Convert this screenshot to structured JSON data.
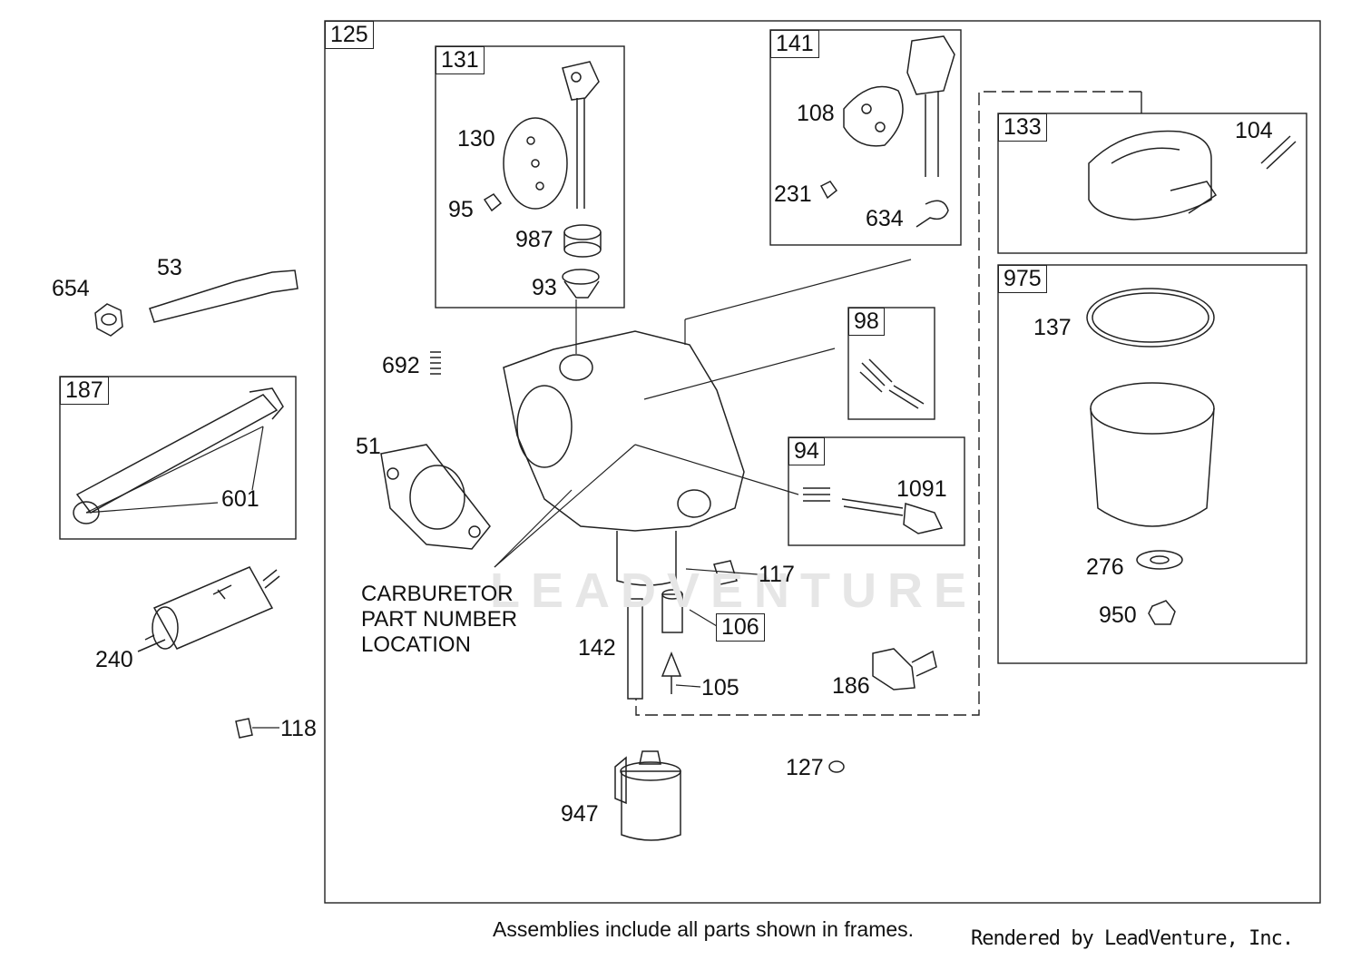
{
  "frames": {
    "f125": "125",
    "f131": "131",
    "f141": "141",
    "f133": "133",
    "f975": "975",
    "f98": "98",
    "f94": "94",
    "f187": "187",
    "f106": "106"
  },
  "parts": {
    "p130": "130",
    "p95": "95",
    "p987": "987",
    "p93": "93",
    "p108": "108",
    "p231": "231",
    "p634": "634",
    "p104": "104",
    "p137": "137",
    "p276": "276",
    "p950": "950",
    "p654": "654",
    "p53": "53",
    "p601": "601",
    "p240": "240",
    "p118": "118",
    "p692": "692",
    "p51": "51",
    "p1091": "1091",
    "p117": "117",
    "p142": "142",
    "p105": "105",
    "p186": "186",
    "p127": "127",
    "p947": "947"
  },
  "carb_note": [
    "CARBURETOR",
    "PART NUMBER",
    "LOCATION"
  ],
  "footer": "Assemblies include all parts shown in frames.",
  "rendered_by": "Rendered by LeadVenture, Inc.",
  "watermark": "LEADVENTURE"
}
